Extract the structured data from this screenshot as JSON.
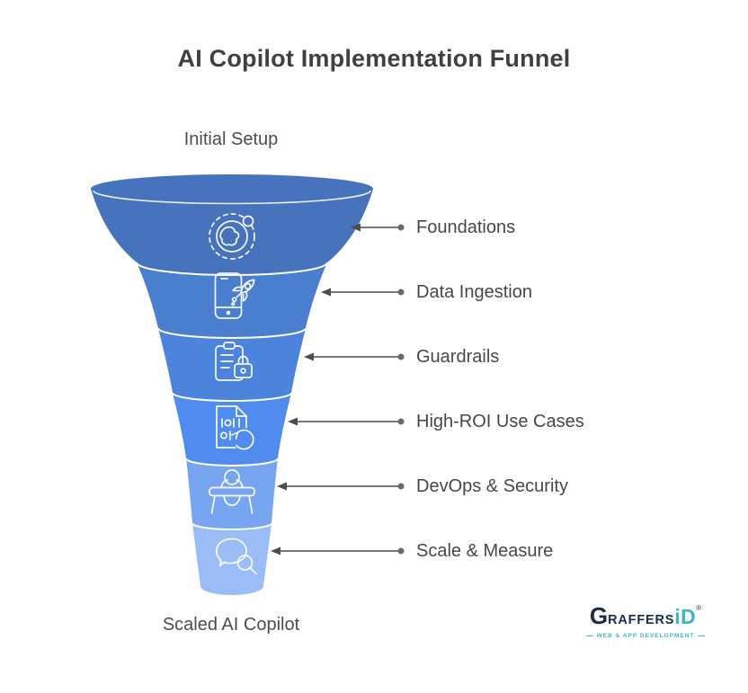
{
  "title": "AI Copilot Implementation Funnel",
  "funnel": {
    "entry_label": "Initial Setup",
    "exit_label": "Scaled AI Copilot",
    "stages": [
      {
        "label": "Foundations",
        "color": "#4673bc",
        "icon": "globe-dashed-icon"
      },
      {
        "label": "Data Ingestion",
        "color": "#4a7fd0",
        "icon": "phone-rocket-icon"
      },
      {
        "label": "Guardrails",
        "color": "#4c84dd",
        "icon": "clipboard-lock-icon"
      },
      {
        "label": "High-ROI Use Cases",
        "color": "#4f8cee",
        "icon": "binary-file-refresh-icon"
      },
      {
        "label": "DevOps & Security",
        "color": "#77a5f0",
        "icon": "desk-person-icon"
      },
      {
        "label": "Scale & Measure",
        "color": "#9bbdf6",
        "icon": "chat-search-icon"
      }
    ]
  },
  "connectors": {
    "line_color": "#7a7a7a",
    "marker_color": "#4d4d4d"
  },
  "text_colors": {
    "title": "#3e4144",
    "stage_labels": "#45484b",
    "end_labels": "#4a4e51"
  },
  "logo": {
    "initial": "G",
    "rest": "RAFFERS",
    "accent": "iD",
    "registered": "®",
    "tagline": "WEB & APP DEVELOPMENT",
    "navy": "#1c2b4a",
    "teal": "#3db5c6"
  }
}
